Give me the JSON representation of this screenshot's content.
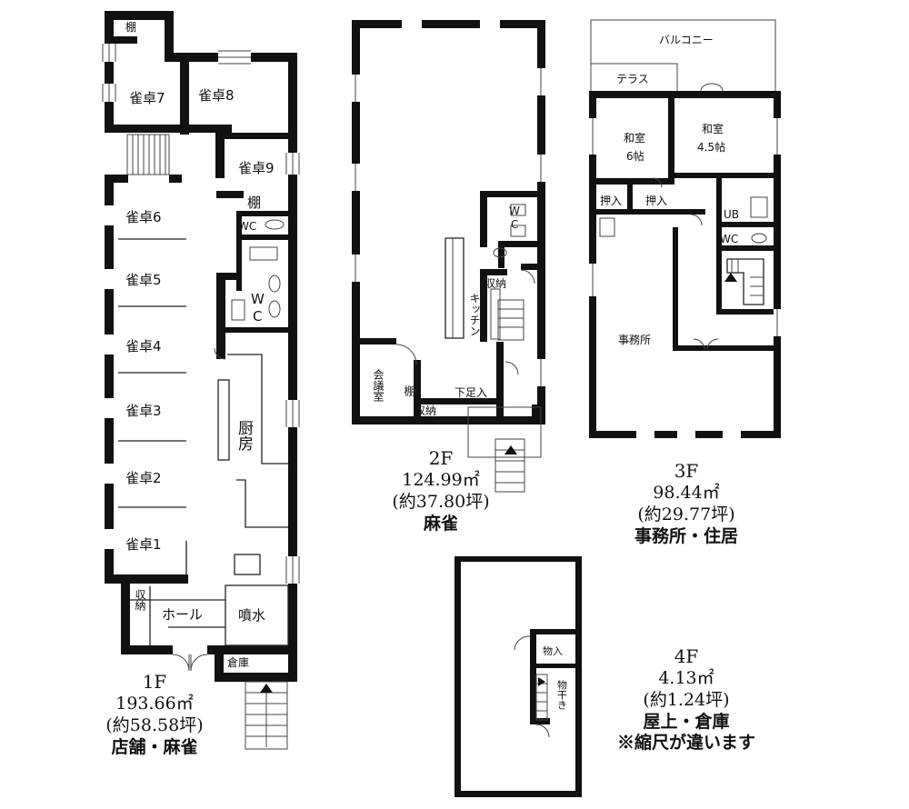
{
  "floors": [
    {
      "floor": "1F",
      "area": "193.66㎡",
      "tsubo": "(約58.58坪)",
      "use": "店舗・麻雀",
      "rooms": {
        "shelf": "棚",
        "t7": "雀卓7",
        "t8": "雀卓8",
        "t9": "雀卓9",
        "shelf2": "棚",
        "wc1": "WC",
        "t6": "雀卓6",
        "t5": "雀卓5",
        "wc2a": "W",
        "wc2b": "C",
        "t4": "雀卓4",
        "kitchen": "厨房",
        "t3": "雀卓3",
        "t2": "雀卓2",
        "t1": "雀卓1",
        "storage": "収納",
        "hall": "ホール",
        "fountain": "噴水",
        "warehouse": "倉庫"
      }
    },
    {
      "floor": "2F",
      "area": "124.99㎡",
      "tsubo": "(約37.80坪)",
      "use": "麻雀",
      "rooms": {
        "wc_w": "W",
        "wc_c": "C",
        "storage": "収納",
        "kitchen": "キッチン",
        "meeting": "会議室",
        "shelf": "棚",
        "shoe": "下足入",
        "storage2": "収納"
      }
    },
    {
      "floor": "3F",
      "area": "98.44㎡",
      "tsubo": "(約29.77坪)",
      "use": "事務所・住居",
      "rooms": {
        "balcony": "バルコニー",
        "terrace": "テラス",
        "washitsu1": "和室",
        "washitsu1_size": "6帖",
        "washitsu2": "和室",
        "washitsu2_size": "4.5帖",
        "closet1": "押入",
        "closet2": "押入",
        "ub": "UB",
        "wc": "WC",
        "office": "事務所"
      }
    },
    {
      "floor": "4F",
      "area": "4.13㎡",
      "tsubo": "(約1.24坪)",
      "use": "屋上・倉庫",
      "rooms": {
        "storage": "物入",
        "drying": "物干き"
      }
    }
  ],
  "scale_note": "※縮尺が違います"
}
